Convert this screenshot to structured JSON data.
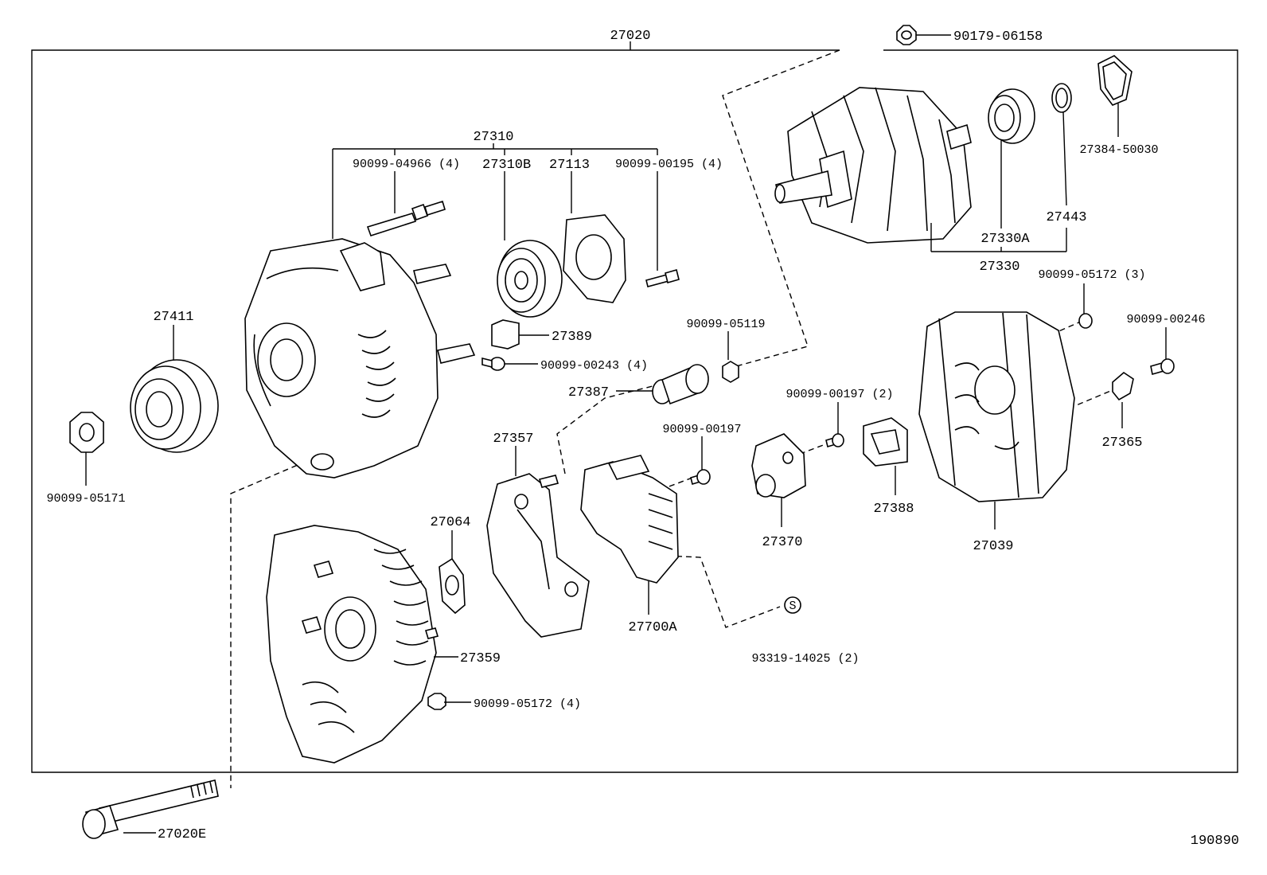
{
  "labels": {
    "p27020": "27020",
    "p90179_06158": "90179-06158",
    "p27310": "27310",
    "p90099_04966": "90099-04966 (4)",
    "p27310B": "27310B",
    "p27113": "27113",
    "p90099_00195": "90099-00195 (4)",
    "p27384_50030": "27384-50030",
    "p27443": "27443",
    "p27330A": "27330A",
    "p27330": "27330",
    "p90099_05172_3": "90099-05172 (3)",
    "p27411": "27411",
    "p27389": "27389",
    "p90099_05119": "90099-05119",
    "p90099_00246": "90099-00246",
    "p90099_00243": "90099-00243 (4)",
    "p27387": "27387",
    "p90099_00197_2": "90099-00197 (2)",
    "p27365": "27365",
    "p90099_05171": "90099-05171",
    "p27357": "27357",
    "p90099_00197": "90099-00197",
    "p27064": "27064",
    "p27370": "27370",
    "p27388": "27388",
    "p27039": "27039",
    "p27700A": "27700A",
    "p93319_14025": "93319-14025 (2)",
    "s_mark": "S",
    "p27359": "27359",
    "p90099_05172_4": "90099-05172 (4)",
    "p27020E": "27020E",
    "fig_no": "190890"
  }
}
